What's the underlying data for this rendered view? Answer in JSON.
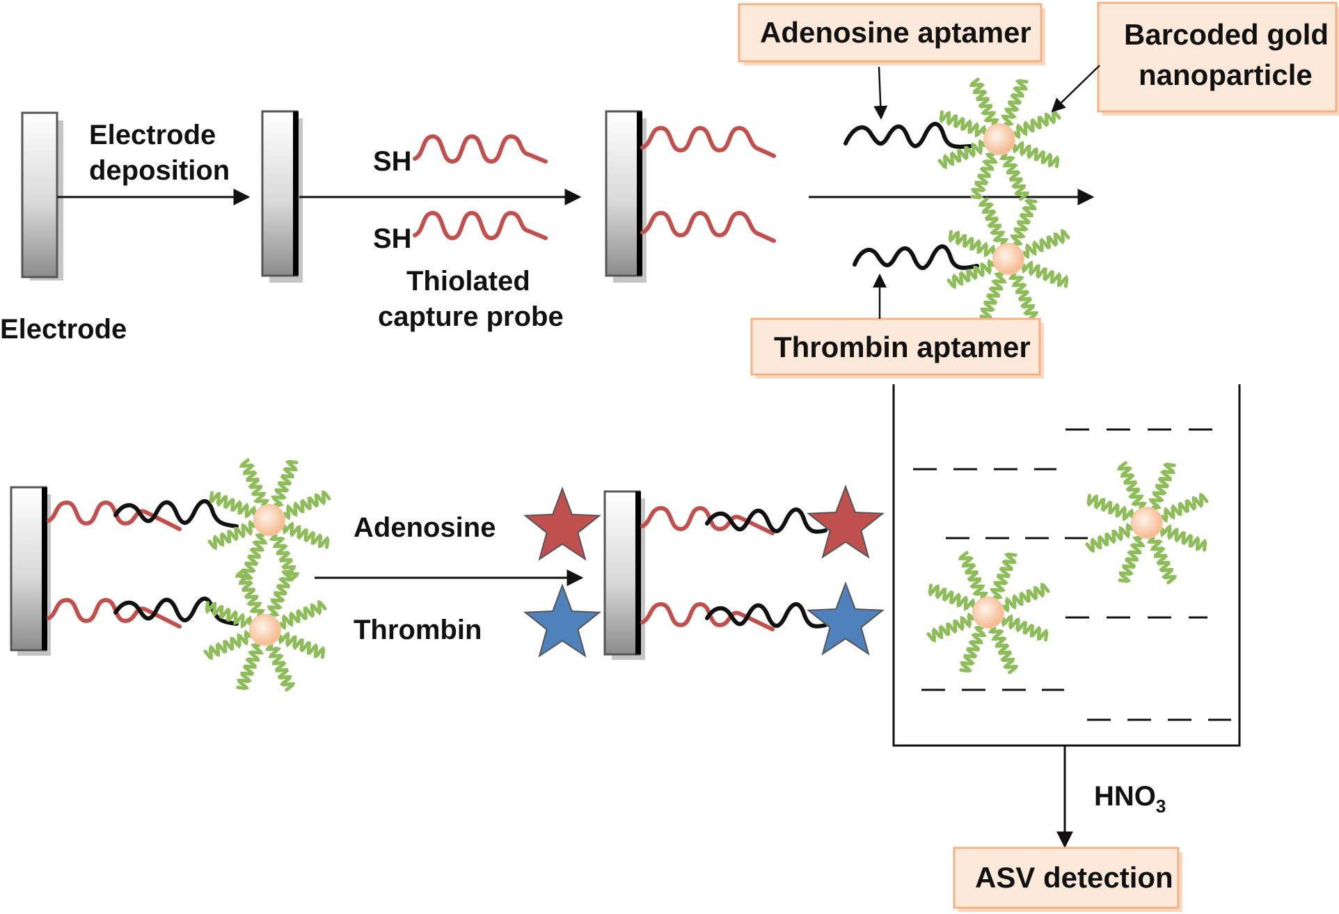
{
  "labels": {
    "electrode": "Electrode",
    "electrode_deposition_1": "Electrode",
    "electrode_deposition_2": "deposition",
    "sh_top": "SH",
    "sh_bottom": "SH",
    "thiolated_1": "Thiolated",
    "thiolated_2": "capture probe",
    "adenosine_aptamer": "Adenosine aptamer",
    "barcoded_1": "Barcoded gold",
    "barcoded_2": "nanoparticle",
    "thrombin_aptamer": "Thrombin aptamer",
    "adenosine": "Adenosine",
    "thrombin": "Thrombin",
    "hno3_base": "HNO",
    "hno3_sub": "3",
    "asv_detection": "ASV detection"
  },
  "colors": {
    "capture_probe": "#c0504d",
    "aptamer": "#111111",
    "barcode_strand": "#8fbc5a",
    "gold_core": "#f8c8a8",
    "callout_fill": "#fde9d9",
    "callout_border": "#f4b183",
    "adenosine_star": "#c0504d",
    "thrombin_star": "#4f81bd"
  }
}
